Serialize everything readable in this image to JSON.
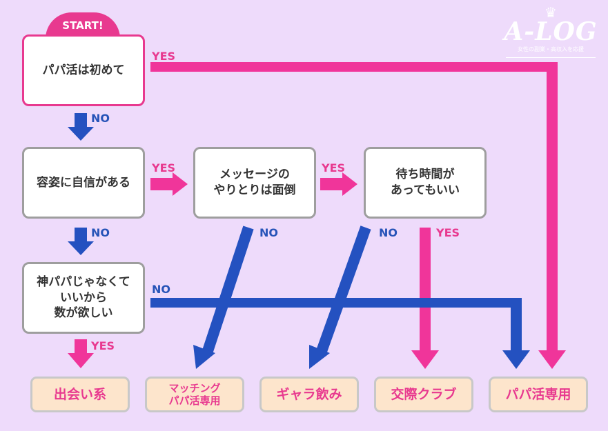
{
  "start_label": "START!",
  "logo": {
    "crown_icon": "crown-icon",
    "name": "A-LOG",
    "tagline": "女性の副業・高収入を応援"
  },
  "nodes": {
    "q1": "パパ活は初めて",
    "q2": "容姿に自信がある",
    "q3": "メッセージの\nやりとりは面倒",
    "q4": "待ち時間が\nあってもいい",
    "q5": "神パパじゃなくて\nいいから\n数が欲しい"
  },
  "results": {
    "r1": "出会い系",
    "r2": "マッチング\nパパ活専用",
    "r3": "ギャラ飲み",
    "r4": "交際クラブ",
    "r5": "パパ活専用"
  },
  "labels": {
    "yes": "YES",
    "no": "NO"
  },
  "colors": {
    "yes": "#f0359a",
    "no": "#2451c0",
    "background": "#eedbfb",
    "result_fill": "#fde5cc"
  }
}
